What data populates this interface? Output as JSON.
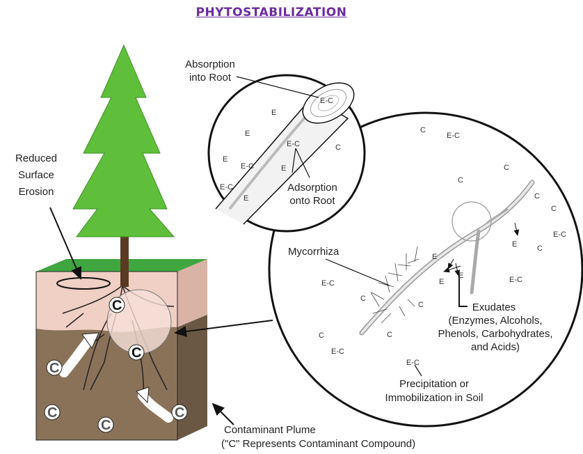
{
  "title": "PHYTOSTABILIZATION",
  "labels": {
    "absorption": [
      "Absorption",
      "into Root"
    ],
    "adsorption": [
      "Adsorption",
      "onto Root"
    ],
    "reduced_erosion": [
      "Reduced",
      "Surface",
      "Erosion"
    ],
    "mycorrhiza": "Mycorrhiza",
    "exudates": [
      "Exudates",
      "(Enzymes, Alcohols,",
      "Phenols, Carbohydrates,",
      "and Acids)"
    ],
    "precipitation": [
      "Precipitation or",
      "Immobilization in Soil"
    ],
    "plume": [
      "Contaminant Plume",
      "(\"C\" Represents Contaminant Compound)"
    ]
  },
  "symbols": {
    "c": "C",
    "e": "E",
    "ec": "E-C"
  },
  "colors": {
    "title": "#6a2ca0",
    "foliage": "#5fbf3a",
    "grass": "#3fa640",
    "topsoil": "#f0cfc4",
    "subsoil": "#8a7258"
  }
}
